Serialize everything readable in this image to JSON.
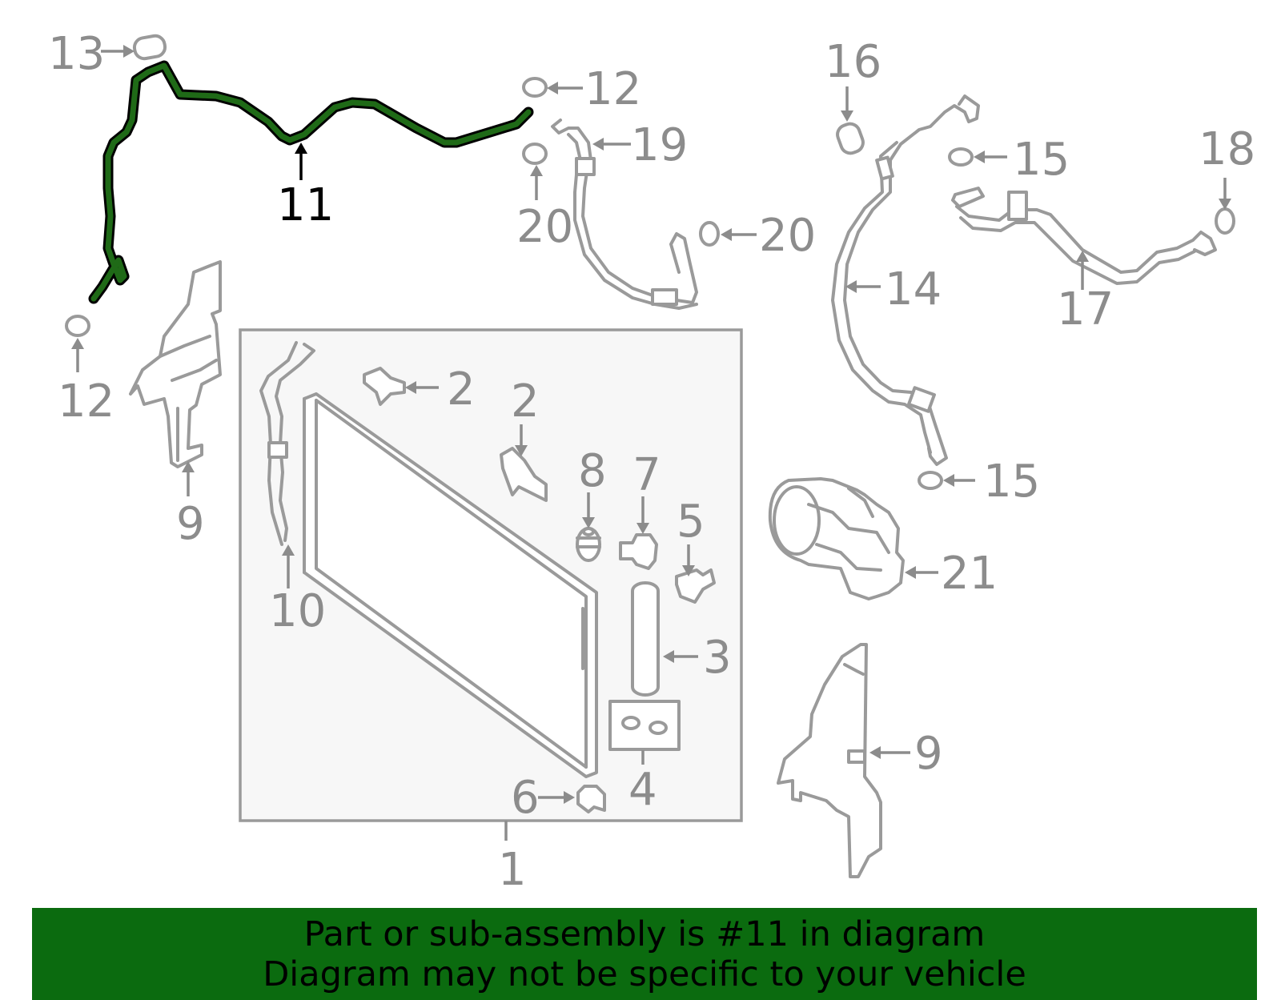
{
  "colors": {
    "highlight": "#1f6a17",
    "highlight_fill": "#0f6a12",
    "banner": "#0b6b0f",
    "part_stroke": "#9a9a9a",
    "callout_text": "#8c8c8c"
  },
  "highlighted_part": "11",
  "callouts": [
    {
      "id": "1",
      "text": "1"
    },
    {
      "id": "2a",
      "text": "2"
    },
    {
      "id": "2b",
      "text": "2"
    },
    {
      "id": "3",
      "text": "3"
    },
    {
      "id": "4",
      "text": "4"
    },
    {
      "id": "5",
      "text": "5"
    },
    {
      "id": "6",
      "text": "6"
    },
    {
      "id": "7",
      "text": "7"
    },
    {
      "id": "8",
      "text": "8"
    },
    {
      "id": "9a",
      "text": "9"
    },
    {
      "id": "9b",
      "text": "9"
    },
    {
      "id": "10",
      "text": "10"
    },
    {
      "id": "11",
      "text": "11"
    },
    {
      "id": "12a",
      "text": "12"
    },
    {
      "id": "12b",
      "text": "12"
    },
    {
      "id": "13",
      "text": "13"
    },
    {
      "id": "14",
      "text": "14"
    },
    {
      "id": "15a",
      "text": "15"
    },
    {
      "id": "15b",
      "text": "15"
    },
    {
      "id": "16",
      "text": "16"
    },
    {
      "id": "17",
      "text": "17"
    },
    {
      "id": "18",
      "text": "18"
    },
    {
      "id": "19",
      "text": "19"
    },
    {
      "id": "20a",
      "text": "20"
    },
    {
      "id": "20b",
      "text": "20"
    },
    {
      "id": "21",
      "text": "21"
    }
  ],
  "banner": {
    "line1": "Part or sub-assembly is #11 in diagram",
    "line2": "Diagram may not be specific to your vehicle"
  }
}
